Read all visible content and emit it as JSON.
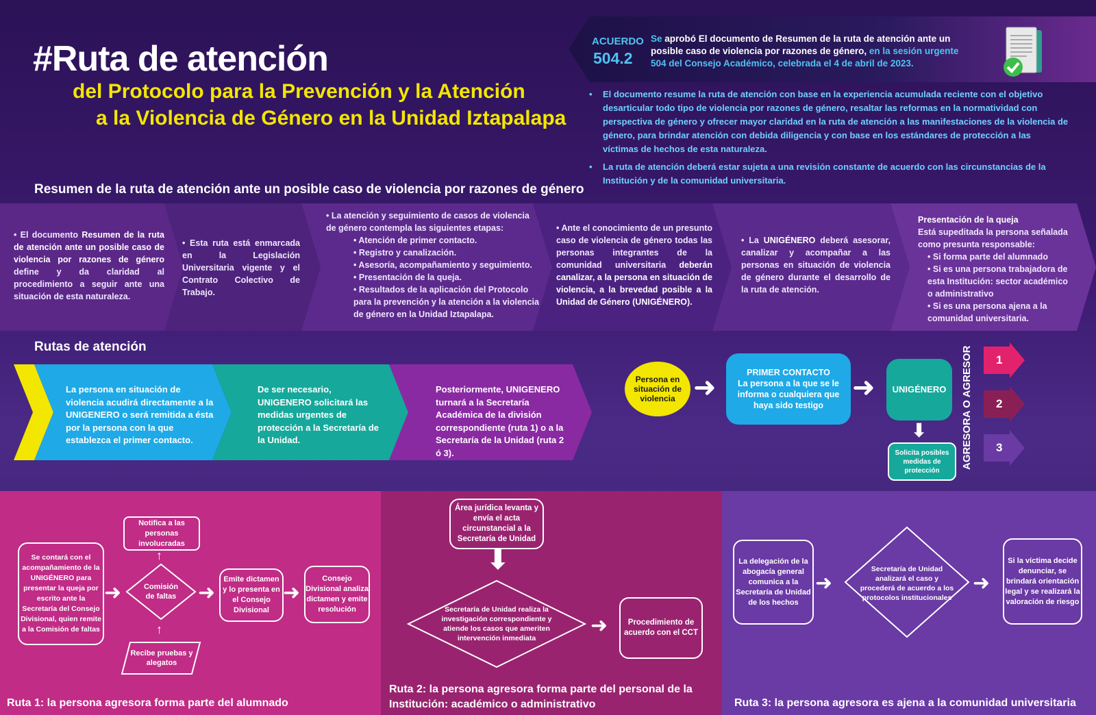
{
  "header": {
    "title": "#Ruta de atención",
    "subtitle_line1": "del Protocolo para la Prevención y la Atención",
    "subtitle_line2": "a la Violencia de Género en la Unidad Iztapalapa"
  },
  "acuerdo": {
    "label": "ACUERDO",
    "number": "504.2",
    "text_se": "Se",
    "text_main": "aprobó El documento de Resumen de la ruta de atención ante un posible caso de violencia por razones de género,",
    "text_session": "en la sesión urgente 504 del Consejo Académico, celebrada el 4 de abril de 2023."
  },
  "top_bullets": [
    "El documento resume la ruta de atención con base en la experiencia acumulada reciente con el objetivo desarticular todo tipo de violencia por razones de género, resaltar las reformas en la normatividad con perspectiva de género y ofrecer mayor claridad en la ruta de atención a las manifestaciones de la violencia de género, para brindar atención con debida diligencia y con base en los estándares de protección a las víctimas de hechos de esta naturaleza.",
    "La ruta de atención deberá estar sujeta a una revisión constante de acuerdo con las circunstancias de la Institución y de la comunidad universitaria."
  ],
  "summary": {
    "title": "Resumen de la ruta de atención ante un posible caso de violencia por razones de género",
    "c1_pre": "El documento",
    "c1_bold": "Resumen de la ruta de atención ante un posible caso de violencia por razones de género",
    "c1_post": "define y da claridad al procedimiento a seguir ante una situación de esta naturaleza.",
    "c2": "Esta ruta está enmarcada en la Legislación Universitaria vigente y el Contrato Colectivo de Trabajo.",
    "c3_intro": "La atención y seguimiento de casos de violencia de género contempla las siguientes etapas:",
    "c3_items": [
      "Atención de primer contacto.",
      "Registro y canalización.",
      "Asesoría, acompañamiento y seguimiento.",
      "Presentación de la queja.",
      "Resultados de la aplicación del Protocolo para la prevención y la atención a la violencia de género en la Unidad Iztapalapa."
    ],
    "c4_pre": "Ante el conocimiento de un presunto caso de violencia de género todas las personas integrantes de la comunidad universitaria",
    "c4_bold": "deberán canalizar, a la persona en situación de violencia, a la brevedad posible a la Unidad de Género (UNIGÉNERO).",
    "c5_pre": "La",
    "c5_bold": "UNIGÉNERO",
    "c5_post": "deberá asesorar, canalizar y acompañar a las personas en situación de violencia de género durante el desarrollo de la ruta de atención.",
    "c6_title": "Presentación de la queja",
    "c6_intro": "Está supeditada la persona señalada como presunta responsable:",
    "c6_items": [
      "Si forma parte del alumnado",
      "Si es una persona trabajadora de esta Institución: sector académico o administrativo",
      "Si es una persona ajena a la comunidad universitaria."
    ]
  },
  "routes": {
    "title": "Rutas de atención",
    "step1": "La persona en situación de violencia acudirá directamente a la UNIGENERO o será remitida a ésta por la persona con la que establezca el primer contacto.",
    "step2": "De ser necesario, UNIGENERO solicitará las medidas urgentes de protección a la Secretaría de la Unidad.",
    "step3": "Posteriormente, UNIGENERO turnará a la Secretaría Académica de la división correspondiente (ruta 1) o a la Secretaría de la Unidad (ruta 2 ó 3)."
  },
  "flow": {
    "persona": "Persona en situación de violencia",
    "primer_title": "PRIMER CONTACTO",
    "primer_text": "La persona a la que se le informa o cualquiera que haya sido testigo",
    "unigenero": "UNIGÉNERO",
    "solicita": "Solicita posibles medidas de protección",
    "agresor": "AGRESORA O AGRESOR",
    "n1": "1",
    "n2": "2",
    "n3": "3"
  },
  "ruta1": {
    "box_start": "Se contará con el acompañamiento de la UNIGÉNERO para presentar la queja por escrito ante la Secretaría del Consejo Divisional, quien remite a la Comisión de faltas",
    "notifica": "Notifica a las personas involucradas",
    "comision": "Comisión de faltas",
    "recibe": "Recibe pruebas y alegatos",
    "emite": "Emite dictamen y lo presenta en el Consejo Divisional",
    "consejo": "Consejo Divisional analiza dictamen y emite resolución",
    "caption": "Ruta 1: la persona agresora forma parte del alumnado"
  },
  "ruta2": {
    "area": "Área jurídica levanta y envía el acta circunstancial a la Secretaría de Unidad",
    "secretaria": "Secretaría de Unidad realiza la investigación correspondiente y atiende los casos que ameriten intervención inmediata",
    "procedimiento": "Procedimiento de acuerdo con el CCT",
    "caption": "Ruta 2: la persona agresora forma parte del personal de la Institución: académico o administrativo"
  },
  "ruta3": {
    "delegacion": "La delegación de la abogacía general comunica a la Secretaría de Unidad de los hechos",
    "secretaria": "Secretaría de Unidad analizará el caso y procederá de acuerdo a los protocolos institucionales",
    "victima": "Si la víctima decide denunciar, se brindará orientación legal y se realizará la valoración de riesgo",
    "caption": "Ruta 3: la persona agresora es ajena a la comunidad universitaria"
  },
  "colors": {
    "yellow": "#f3e600",
    "cyan": "#1fa9e6",
    "teal": "#16a89b",
    "purple": "#8a2aa3",
    "magenta": "#c02c86",
    "plum": "#9a2370",
    "violet": "#6a3aa5"
  }
}
